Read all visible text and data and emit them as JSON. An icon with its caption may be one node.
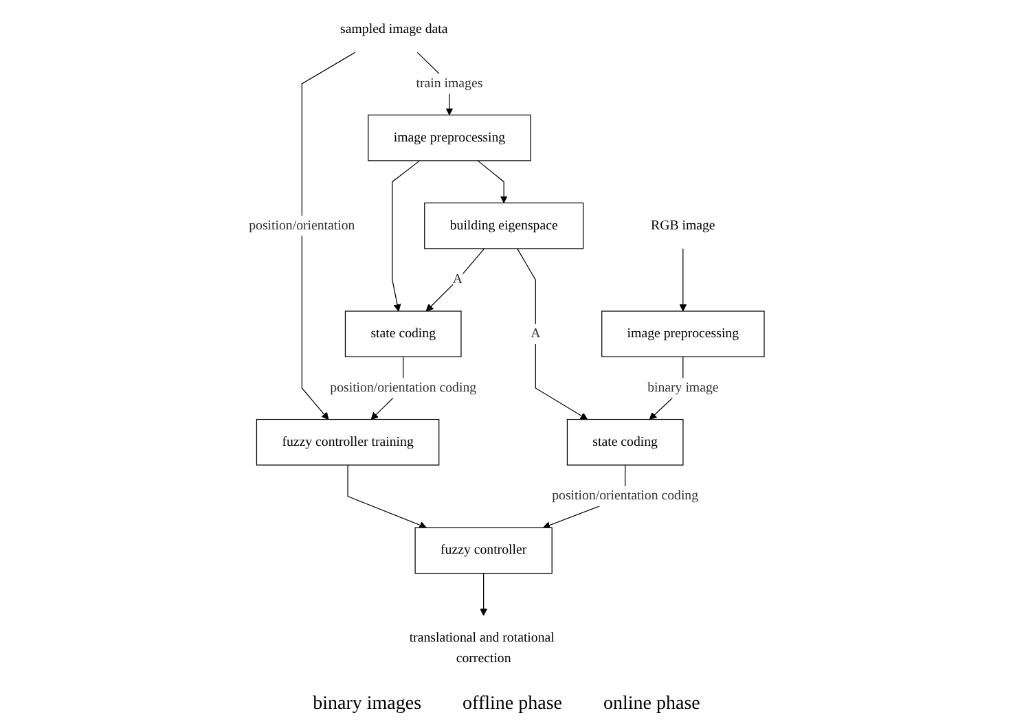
{
  "diagram": {
    "nodes": [
      {
        "text": [
          "sampled image data"
        ]
      },
      {
        "text": [
          "image preprocessing"
        ]
      },
      {
        "text": [
          "state coding"
        ]
      },
      {
        "text": [
          "building eigenspace"
        ]
      },
      {
        "text": [
          "fuzzy controller training"
        ]
      },
      {
        "text": [
          "RGB image"
        ]
      },
      {
        "text": [
          "image preprocessing"
        ]
      },
      {
        "text": [
          "state coding"
        ]
      },
      {
        "text": [
          "fuzzy controller"
        ]
      },
      {
        "text": [
          "translational and rotational correction"
        ]
      }
    ],
    "edges": [
      {
        "from": 0,
        "to": 1,
        "arrow": "to",
        "label": "train images"
      },
      {
        "from": 0,
        "to": 4,
        "arrow": "to",
        "label": "position/orientation"
      },
      {
        "from": 1,
        "to": 2,
        "arrow": "to"
      },
      {
        "from": 1,
        "to": 3,
        "arrow": "to"
      },
      {
        "from": 3,
        "to": 2,
        "arrow": "to",
        "label": "A"
      },
      {
        "from": 3,
        "to": 7,
        "arrow": "to",
        "label": "A"
      },
      {
        "from": 2,
        "to": 4,
        "arrow": "to",
        "label": "position/orientation coding"
      },
      {
        "from": 4,
        "to": 8,
        "arrow": "to"
      },
      {
        "from": 5,
        "to": 6,
        "arrow": "to"
      },
      {
        "from": 6,
        "to": 7,
        "arrow": "to",
        "label": "binary image"
      },
      {
        "from": 7,
        "to": 8,
        "arrow": "to",
        "label": "position/orientation coding"
      },
      {
        "from": 8,
        "to": 9,
        "arrow": "to"
      }
    ],
    "labels": [
      "binary images",
      "offline phase",
      "online phase"
    ]
  }
}
